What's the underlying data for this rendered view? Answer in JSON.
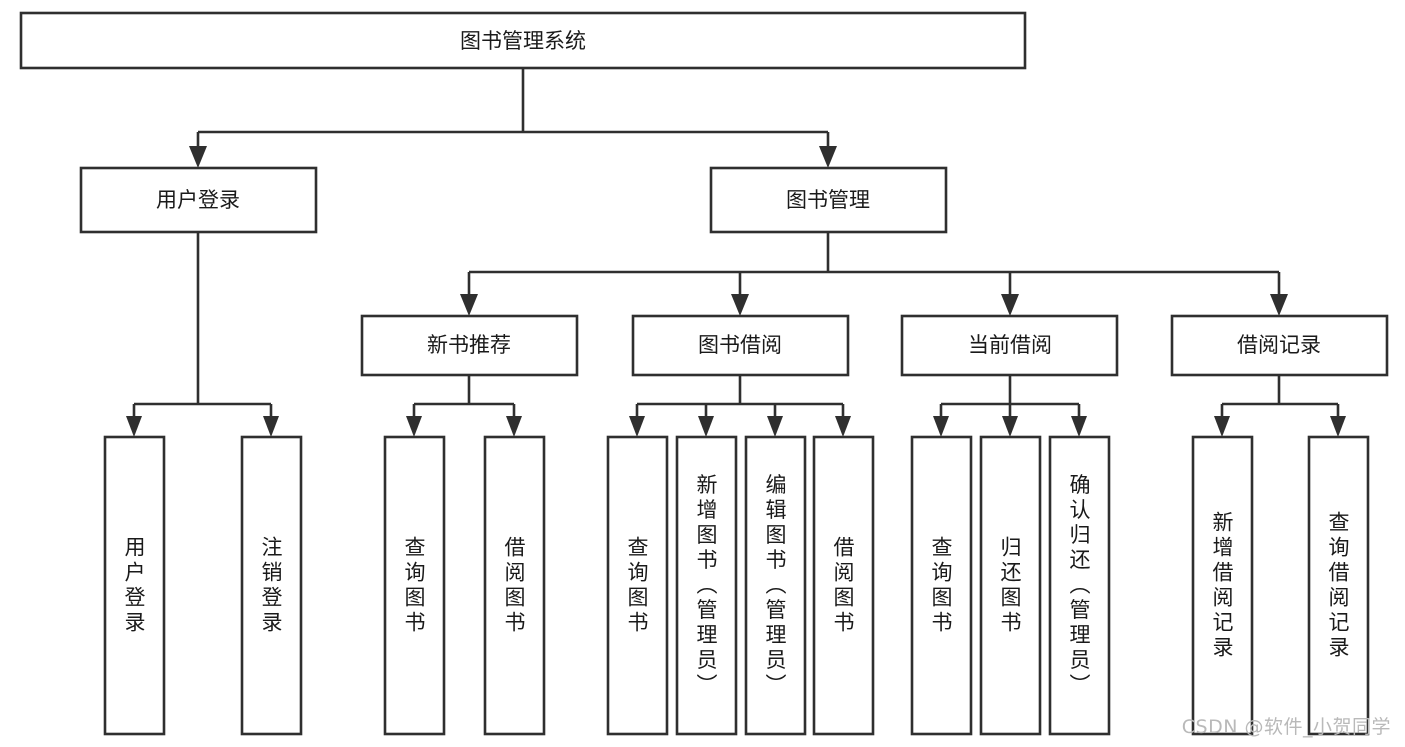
{
  "diagram": {
    "title": "图书管理系统",
    "type": "tree-hierarchy-chart",
    "watermark": "CSDN @软件_小贺同学",
    "colors": {
      "stroke": "#2f2f2f",
      "fill": "#ffffff",
      "text": "#1a1a1a",
      "watermark": "#b9b9b9",
      "background": "#ffffff"
    },
    "levels": {
      "root": {
        "label": "图书管理系统"
      },
      "level2": [
        {
          "label": "用户登录"
        },
        {
          "label": "图书管理"
        }
      ],
      "level3": [
        {
          "label": "新书推荐"
        },
        {
          "label": "图书借阅"
        },
        {
          "label": "当前借阅"
        },
        {
          "label": "借阅记录"
        }
      ],
      "leaves": {
        "user_login": [
          {
            "label": "用户登录"
          },
          {
            "label": "注销登录"
          }
        ],
        "new_book_recommend": [
          {
            "label": "查询图书"
          },
          {
            "label": "借阅图书"
          }
        ],
        "book_borrow": [
          {
            "label": "查询图书"
          },
          {
            "label": "新增图书（管理员）"
          },
          {
            "label": "编辑图书（管理员）"
          },
          {
            "label": "借阅图书"
          }
        ],
        "current_borrow": [
          {
            "label": "查询图书"
          },
          {
            "label": "归还图书"
          },
          {
            "label": "确认归还（管理员）"
          }
        ],
        "borrow_record": [
          {
            "label": "新增借阅记录"
          },
          {
            "label": "查询借阅记录"
          }
        ]
      }
    }
  }
}
